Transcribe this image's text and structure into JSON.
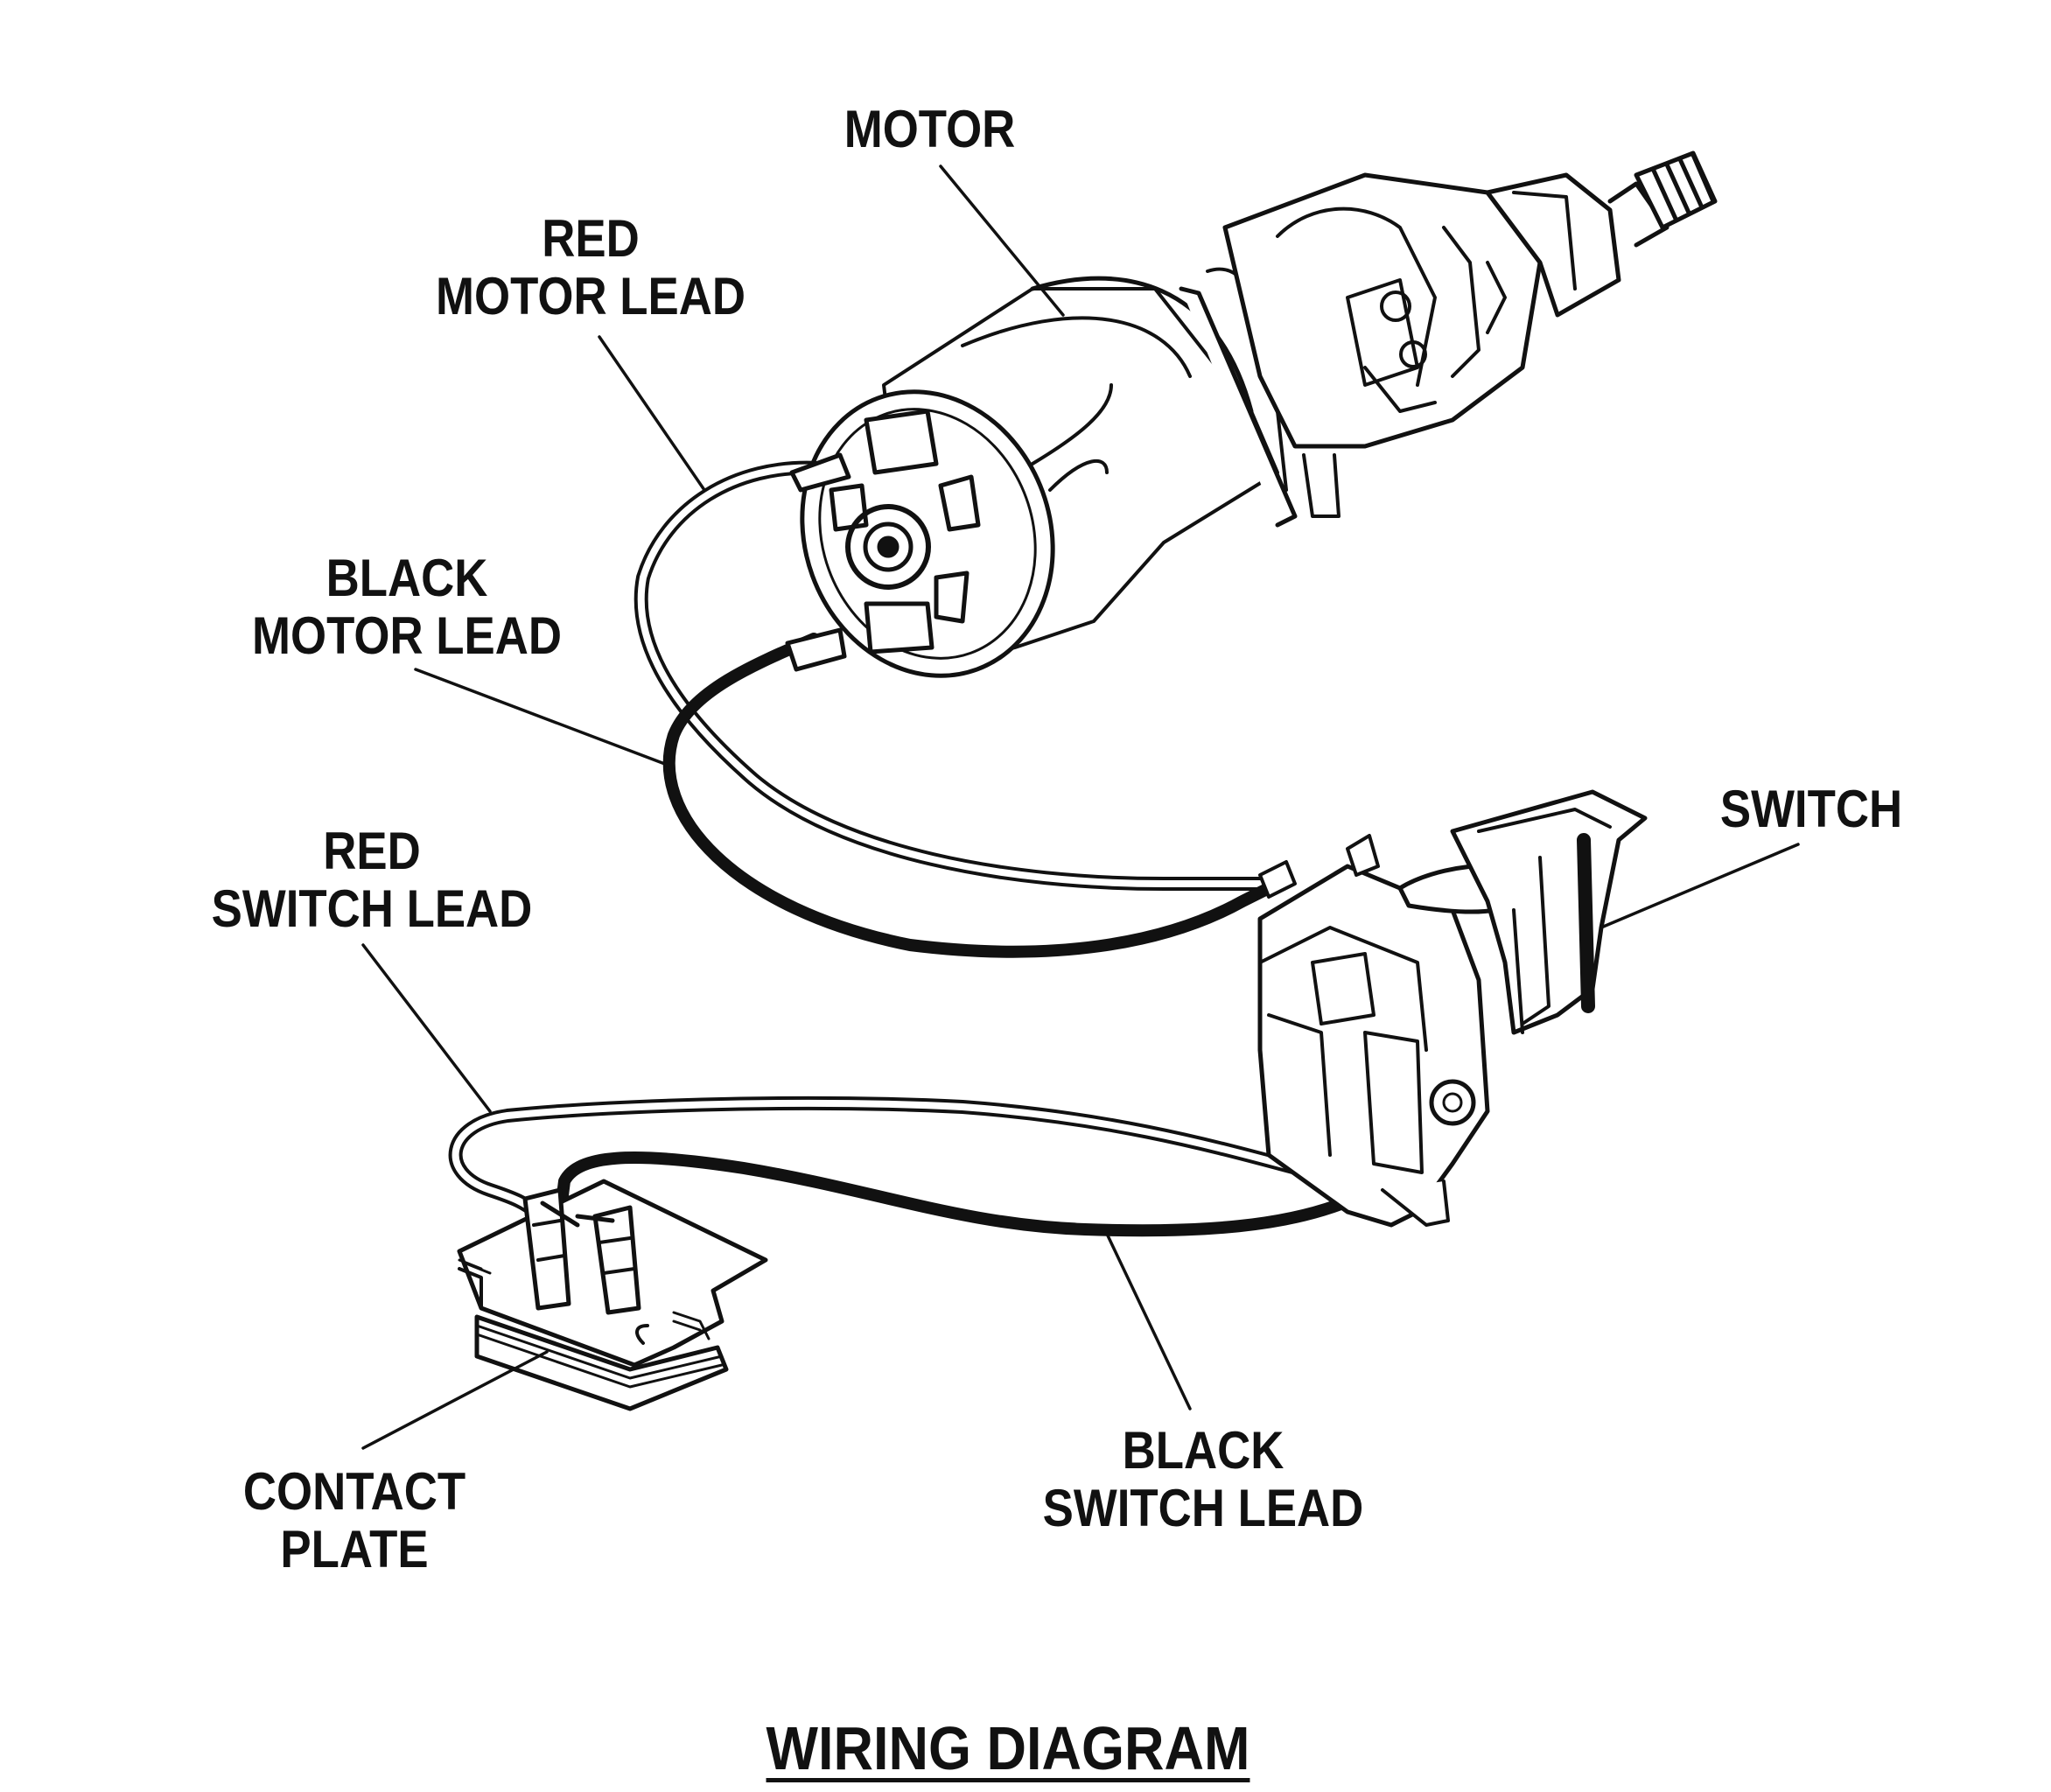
{
  "labels": {
    "motor": "MOTOR",
    "red_motor_lead": [
      "RED",
      "MOTOR LEAD"
    ],
    "black_motor_lead": [
      "BLACK",
      "MOTOR LEAD"
    ],
    "switch": "SWITCH",
    "red_switch_lead": [
      "RED",
      "SWITCH LEAD"
    ],
    "contact_plate": [
      "CONTACT",
      "PLATE"
    ],
    "black_switch_lead": [
      "BLACK",
      "SWITCH LEAD"
    ]
  },
  "title": "WIRING DIAGRAM"
}
